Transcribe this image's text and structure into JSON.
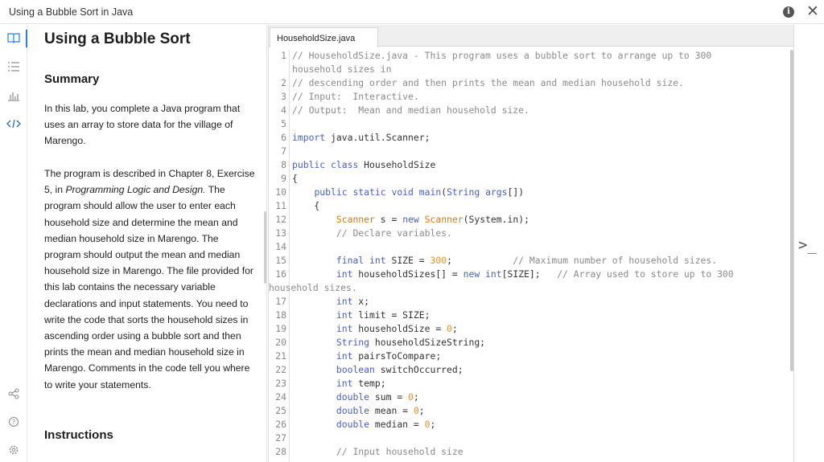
{
  "window": {
    "title": "Using a Bubble Sort in Java"
  },
  "rail_icons": [
    "book-icon",
    "list-icon",
    "chart-icon",
    "code-icon",
    "share-icon",
    "help-icon",
    "settings-icon"
  ],
  "panel": {
    "heading": "Using a Bubble Sort",
    "summary_heading": "Summary",
    "summary_p1": "In this lab, you complete a Java program that uses an array to store data for the village of Marengo.",
    "summary_p2_pre": "The program is described in Chapter 8, Exercise 5, in ",
    "summary_p2_book": "Programming Logic and Design.",
    "summary_p2_post": " The program should allow the user to enter each household size and determine the mean and median household size in Marengo. The program should output the mean and median household size in Marengo. The file provided for this lab contains the necessary variable declarations and input statements. You need to write the code that sorts the household sizes in ascending order using a bubble sort and then prints the mean and median household size in Marengo. Comments in the code tell you where to write your statements.",
    "instructions_heading": "Instructions"
  },
  "editor": {
    "tab_label": "HouseholdSize.java",
    "lines": [
      {
        "n": "1",
        "text": "// HouseholdSize.java - This program uses a bubble sort to arrange up to 300",
        "wrap": "household sizes in"
      },
      {
        "n": "2",
        "text": "// descending order and then prints the mean and median household size."
      },
      {
        "n": "3",
        "text": "// Input:  Interactive."
      },
      {
        "n": "4",
        "text": "// Output:  Mean and median household size."
      },
      {
        "n": "5",
        "text": ""
      },
      {
        "n": "6",
        "text": "import java.util.Scanner;"
      },
      {
        "n": "7",
        "text": ""
      },
      {
        "n": "8",
        "text": "public class HouseholdSize"
      },
      {
        "n": "9",
        "text": "{"
      },
      {
        "n": "10",
        "text": "    public static void main(String args[])"
      },
      {
        "n": "11",
        "text": "    {"
      },
      {
        "n": "12",
        "text": "        Scanner s = new Scanner(System.in);"
      },
      {
        "n": "13",
        "text": "        // Declare variables."
      },
      {
        "n": "14",
        "text": ""
      },
      {
        "n": "15",
        "text": "        final int SIZE = 300;           // Maximum number of household sizes."
      },
      {
        "n": "16",
        "text": "        int householdSizes[] = new int[SIZE];   // Array used to store up to 300",
        "wrap": "household sizes."
      },
      {
        "n": "17",
        "text": "        int x;"
      },
      {
        "n": "18",
        "text": "        int limit = SIZE;"
      },
      {
        "n": "19",
        "text": "        int householdSize = 0;"
      },
      {
        "n": "20",
        "text": "        String householdSizeString;"
      },
      {
        "n": "21",
        "text": "        int pairsToCompare;"
      },
      {
        "n": "22",
        "text": "        boolean switchOccurred;"
      },
      {
        "n": "23",
        "text": "        int temp;"
      },
      {
        "n": "24",
        "text": "        double sum = 0;"
      },
      {
        "n": "25",
        "text": "        double mean = 0;"
      },
      {
        "n": "26",
        "text": "        double median = 0;"
      },
      {
        "n": "27",
        "text": ""
      },
      {
        "n": "28",
        "text": "        // Input household size"
      }
    ]
  },
  "terminal": {
    "icon": ">_"
  }
}
